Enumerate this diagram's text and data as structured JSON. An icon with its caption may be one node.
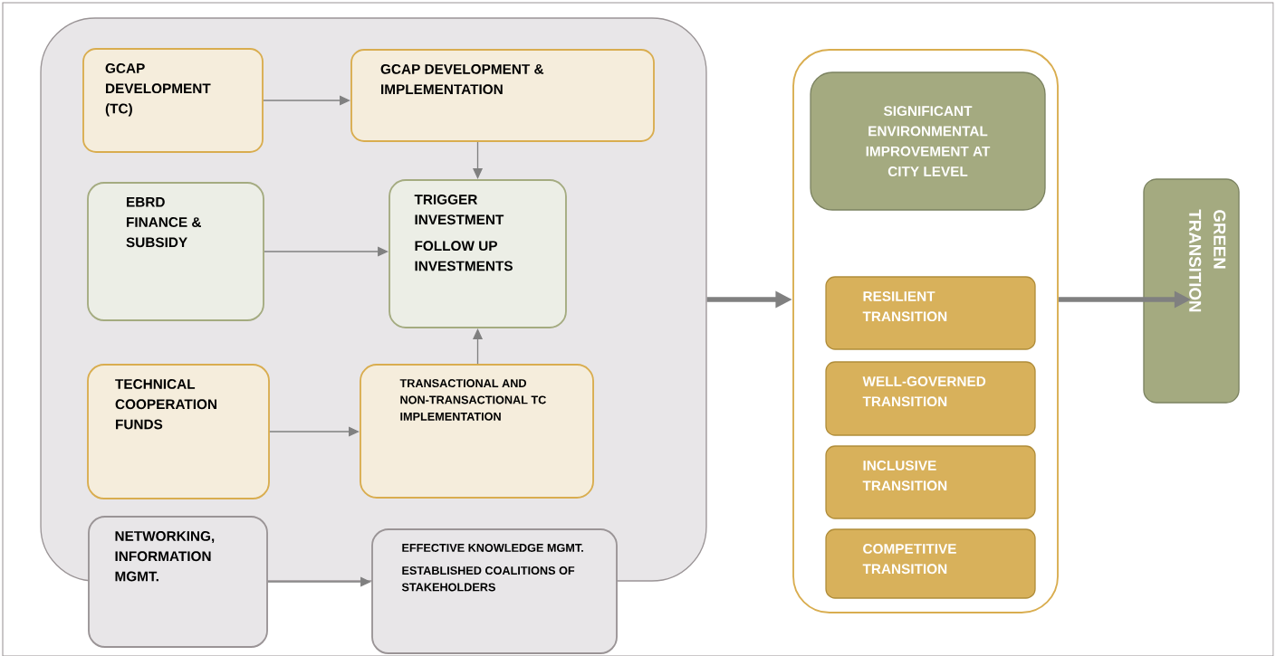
{
  "diagram": {
    "nodes": [
      {
        "text": [],
        "shape": "box"
      },
      {
        "text": [
          "GCAP DEVELOPMENT (TC)"
        ],
        "in": 0
      },
      {
        "text": [
          "GCAP DEVELOPMENT & IMPLEMENTATION"
        ],
        "in": 0
      },
      {
        "text": [
          "EBRD FINANCE & SUBSIDY"
        ],
        "in": 0
      },
      {
        "text": [
          "TRIGGER INVESTMENT",
          "FOLLOW UP INVESTMENTS"
        ],
        "in": 0
      },
      {
        "text": [
          "TECHNICAL COOPERATION FUNDS"
        ],
        "in": 0
      },
      {
        "text": [
          "TRANSACTIONAL AND NON-TRANSACTIONAL TC IMPLEMENTATION"
        ],
        "in": 0
      },
      {
        "text": [
          "NETWORKING, INFORMATION MGMT."
        ]
      },
      {
        "text": [
          "EFFECTIVE KNOWLEDGE MGMT.",
          "ESTABLISHED COALITIONS OF STAKEHOLDERS"
        ]
      },
      {
        "text": [],
        "shape": "box"
      },
      {
        "text": [
          "SIGNIFICANT ENVIRONMENTAL IMPROVEMENT AT CITY LEVEL"
        ],
        "in": 9
      },
      {
        "text": [
          "RESILIENT TRANSITION"
        ],
        "in": 9
      },
      {
        "text": [
          "WELL-GOVERNED TRANSITION"
        ],
        "in": 9
      },
      {
        "text": [
          "INCLUSIVE TRANSITION"
        ],
        "in": 9
      },
      {
        "text": [
          "COMPETITIVE TRANSITION"
        ],
        "in": 9
      },
      {
        "text": [
          "GREEN TRANSITION"
        ]
      }
    ],
    "edges": [
      {
        "from": 1,
        "to": 2,
        "arrow": "to"
      },
      {
        "from": 2,
        "to": 4,
        "arrow": "to"
      },
      {
        "from": 3,
        "to": 4,
        "arrow": "to"
      },
      {
        "from": 5,
        "to": 6,
        "arrow": "to"
      },
      {
        "from": 6,
        "to": 4,
        "arrow": "to"
      },
      {
        "from": 7,
        "to": 8,
        "arrow": "to"
      },
      {
        "from": 0,
        "to": 9,
        "arrow": "to",
        "style": "thick"
      },
      {
        "from": 9,
        "to": 15,
        "arrow": "to",
        "style": "thick"
      }
    ]
  }
}
